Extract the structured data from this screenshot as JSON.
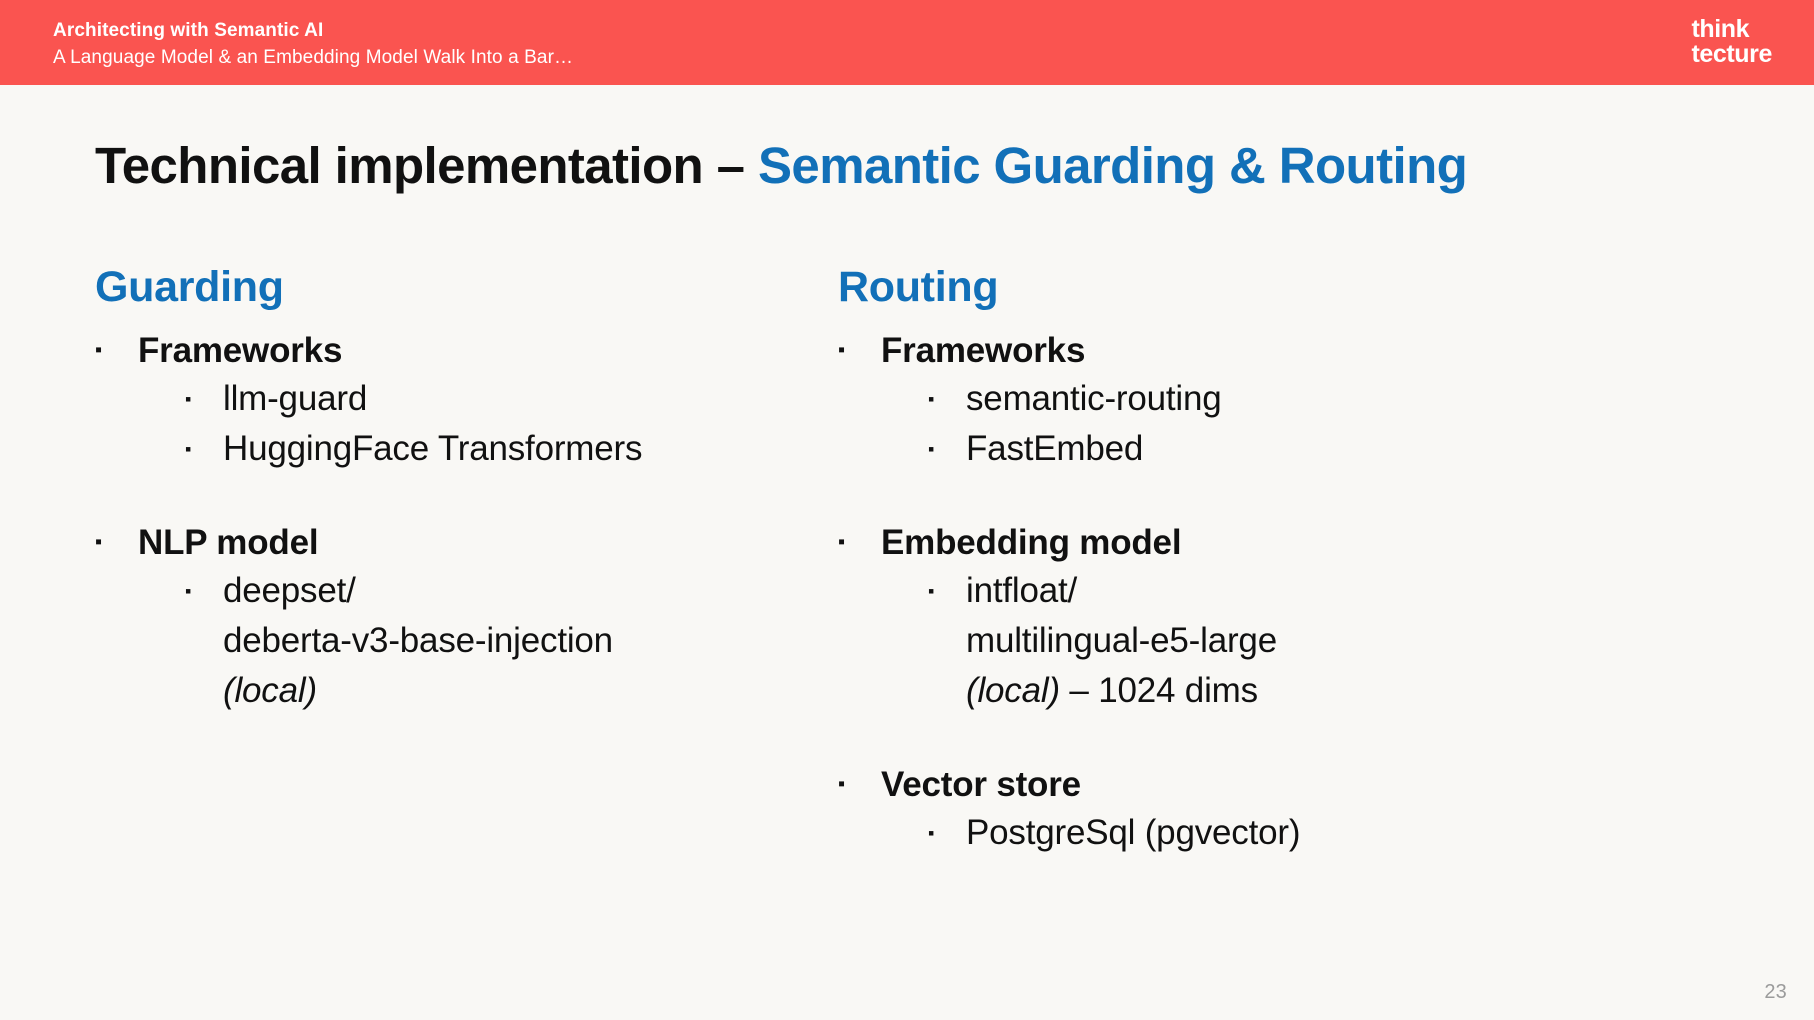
{
  "header": {
    "title": "Architecting with Semantic AI",
    "subtitle": "A Language Model & an Embedding Model Walk Into a Bar…",
    "logo_line1": "think",
    "logo_line2": "tecture",
    "bg_color": "#fa5450"
  },
  "slide": {
    "title_main": "Technical implementation – ",
    "title_accent": "Semantic Guarding & Routing",
    "accent_color": "#1270b8",
    "background_color": "#f9f8f5",
    "number": "23"
  },
  "columns": {
    "left": {
      "heading": "Guarding",
      "groups": [
        {
          "label": "Frameworks",
          "items": [
            {
              "line1": "llm-guard"
            },
            {
              "line1": "HuggingFace Transformers"
            }
          ]
        },
        {
          "label": "NLP model",
          "items": [
            {
              "line1": "deepset/",
              "line2": "deberta-v3-base-injection",
              "line3_italic": "(local)",
              "line3_rest": ""
            }
          ]
        }
      ]
    },
    "right": {
      "heading": "Routing",
      "groups": [
        {
          "label": "Frameworks",
          "items": [
            {
              "line1": "semantic-routing"
            },
            {
              "line1": "FastEmbed"
            }
          ]
        },
        {
          "label": "Embedding model",
          "items": [
            {
              "line1": "intfloat/",
              "line2": "multilingual-e5-large",
              "line3_italic": "(local)",
              "line3_rest": " – 1024 dims"
            }
          ]
        },
        {
          "label": "Vector store",
          "items": [
            {
              "line1": "PostgreSql (pgvector)"
            }
          ]
        }
      ]
    }
  },
  "icons": {
    "bullet_level1": "▪",
    "bullet_level2": "▪"
  }
}
